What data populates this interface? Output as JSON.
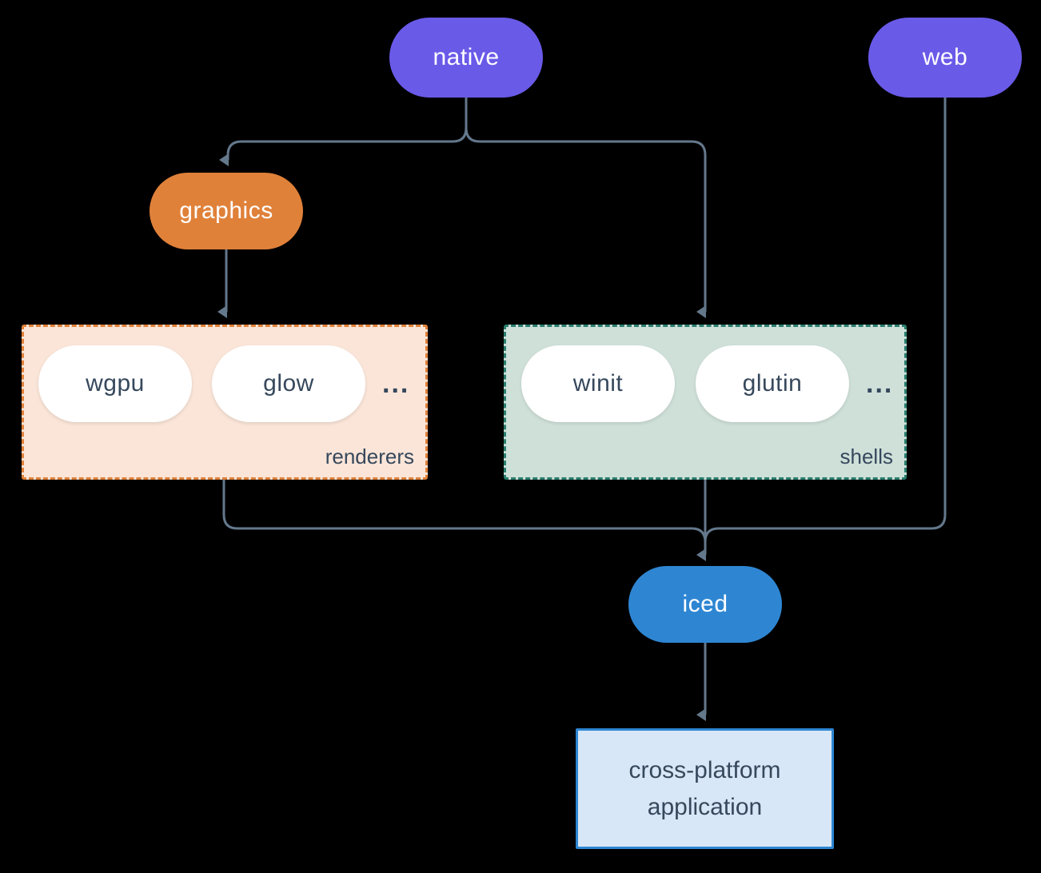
{
  "nodes": {
    "native": {
      "label": "native"
    },
    "web": {
      "label": "web"
    },
    "graphics": {
      "label": "graphics"
    },
    "iced": {
      "label": "iced"
    },
    "app": {
      "label": "cross-platform application"
    }
  },
  "groups": {
    "renderers": {
      "label": "renderers",
      "ellipsis": "...",
      "items": [
        {
          "label": "wgpu"
        },
        {
          "label": "glow"
        }
      ]
    },
    "shells": {
      "label": "shells",
      "ellipsis": "...",
      "items": [
        {
          "label": "winit"
        },
        {
          "label": "glutin"
        }
      ]
    }
  },
  "colors": {
    "background": "#000000",
    "native_web_fill": "#6A5AE8",
    "graphics_fill": "#E0813A",
    "iced_fill": "#2E86D3",
    "connector_line": "#64788C",
    "renderers_fill": "#FAE5D8",
    "renderers_border": "#E0813A",
    "shells_fill": "#CFE0D9",
    "shells_border": "#2A7F6E",
    "inner_pill_fill": "#ffffff",
    "dark_text": "#36485C",
    "app_fill": "#D8E7F7",
    "app_border": "#2E86D3"
  }
}
